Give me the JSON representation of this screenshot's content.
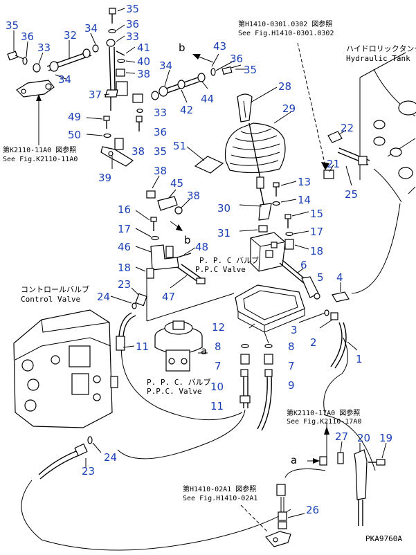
{
  "drawing_code": "PKA9760A",
  "references": {
    "ref_h1410_0301": {
      "jp": "第H1410-0301.0302 図参照",
      "en": "See Fig.H1410-0301.0302"
    },
    "ref_k2110_11a0": {
      "jp": "第K2110-11A0 図参照",
      "en": "See Fig.K2110-11A0"
    },
    "ref_k2110_17a0": {
      "jp": "第K2110-17A0 図参照",
      "en": "See Fig.K2110-17A0"
    },
    "ref_h1410_02a1": {
      "jp": "第H1410-02A1 図参照",
      "en": "See Fig.H1410-02A1"
    }
  },
  "labels": {
    "hydraulic_tank": {
      "jp": "ハイドロリックタンク",
      "en": "Hydraulic Tank"
    },
    "control_valve": {
      "jp": "コントロールバルブ",
      "en": "Control Valve"
    },
    "ppc_valve_upper": {
      "jp": "P. P. C バルブ",
      "en": "P.P.C Valve"
    },
    "ppc_valve_lower": {
      "jp": "P. P. C. バルブ",
      "en": "P.P.C. Valve"
    }
  },
  "markers": {
    "a1": "a",
    "a2": "a",
    "b1": "b",
    "b2": "b"
  },
  "part_numbers": {
    "p35a": "35",
    "p36a": "36",
    "p33a": "33",
    "p32": "32",
    "p34a": "34",
    "p35b": "35",
    "p36b": "36",
    "p33b": "33",
    "p41": "41",
    "p40": "40",
    "p38a": "38",
    "p37": "37",
    "p34b": "34",
    "p33c": "33",
    "p36c": "36",
    "p35c": "35",
    "p49": "49",
    "p50": "50",
    "p38b": "38",
    "p39": "39",
    "p43": "43",
    "p36d": "36",
    "p35d": "35",
    "p34c": "34",
    "p44": "44",
    "p42": "42",
    "p51": "51",
    "p38c": "38",
    "p45": "45",
    "p38d": "38",
    "p28": "28",
    "p29": "29",
    "p22": "22",
    "p21": "21",
    "p25": "25",
    "p13": "13",
    "p14": "14",
    "p30": "30",
    "p15": "15",
    "p31": "31",
    "p17a": "17",
    "p18a": "18",
    "p16": "16",
    "p17b": "17",
    "p46": "46",
    "p48": "48",
    "p18b": "18",
    "p47": "47",
    "p23a": "23",
    "p24a": "24",
    "p6": "6",
    "p5": "5",
    "p4": "4",
    "p3": "3",
    "p2": "2",
    "p1": "1",
    "p12": "12",
    "p11a": "11",
    "p8a": "8",
    "p8b": "8",
    "p7a": "7",
    "p7b": "7",
    "p10": "10",
    "p9": "9",
    "p11b": "11",
    "p27": "27",
    "p20": "20",
    "p19": "19",
    "p24b": "24",
    "p23b": "23",
    "p26": "26"
  }
}
